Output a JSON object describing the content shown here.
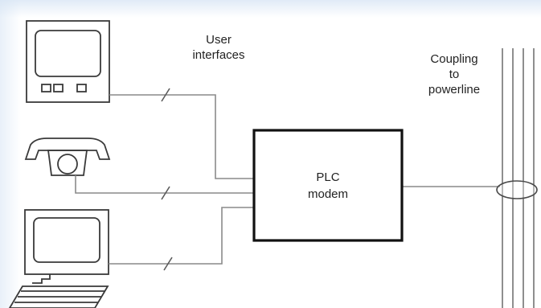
{
  "labels": {
    "user_interfaces": [
      "User",
      "interfaces"
    ],
    "coupling": [
      "Coupling",
      "to",
      "powerline"
    ],
    "modem": [
      "PLC",
      "modem"
    ]
  },
  "icons": [
    "monitor-icon",
    "telephone-icon",
    "computer-terminal-icon",
    "keyboard-icon"
  ],
  "colors": {
    "line": "#8a8a8a",
    "box": "#111111",
    "text": "#222222"
  }
}
